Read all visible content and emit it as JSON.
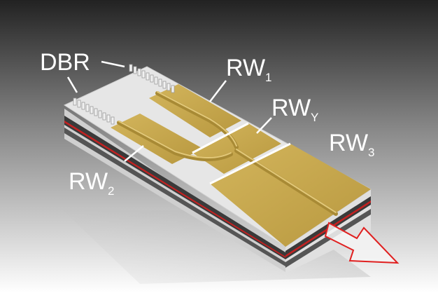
{
  "labels": {
    "dbr": "DBR",
    "rw1": {
      "main": "RW",
      "sub": "1"
    },
    "rwy": {
      "main": "RW",
      "sub": "Y"
    },
    "rw2": {
      "main": "RW",
      "sub": "2"
    },
    "rw3": {
      "main": "RW",
      "sub": "3"
    }
  },
  "colors": {
    "gold_metal": "#c8a94e",
    "ridge_gold": "#a88a35",
    "substrate": "#e4e4e4",
    "layer_dark": "#3a3a3a",
    "layer_red": "#c42121",
    "arrow": "#e02020",
    "background_top": "#222222",
    "background_bottom": "#ffffff"
  }
}
